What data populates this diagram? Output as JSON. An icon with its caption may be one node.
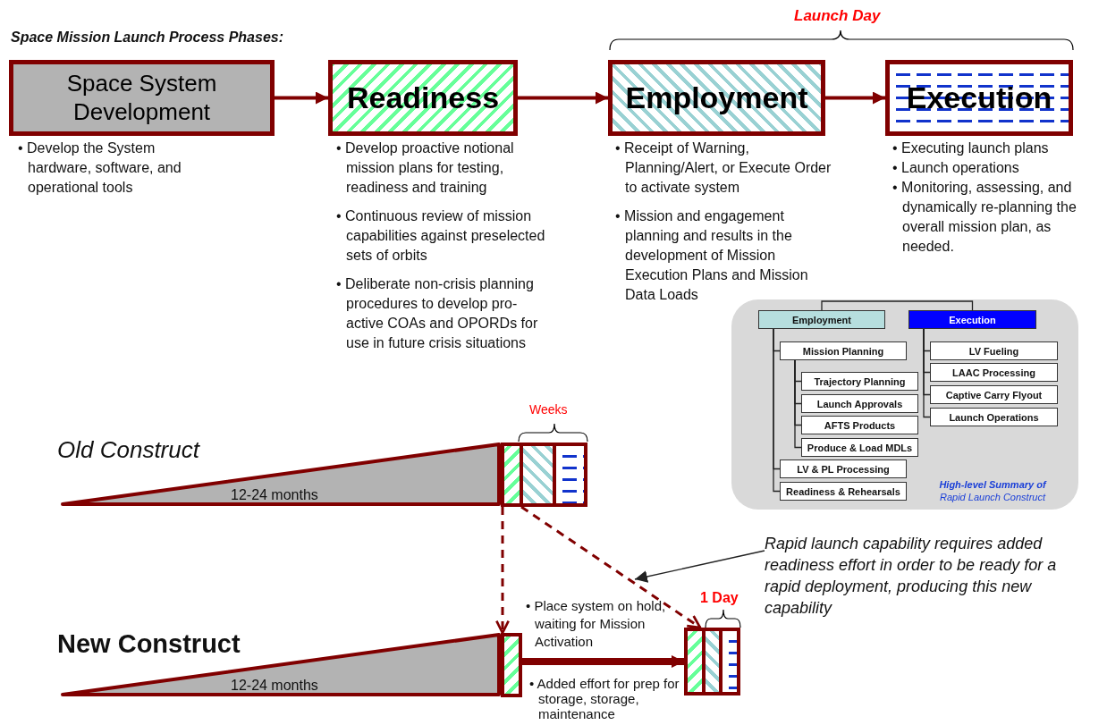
{
  "diagram": {
    "title": "Space Mission Launch Process Phases:",
    "nodes": [
      {
        "text": [
          "Space System Development"
        ],
        "beside": [
          "• Develop the System hardware, software, and operational tools"
        ]
      },
      {
        "text": [
          "Readiness"
        ],
        "beside": [
          "• Develop proactive notional mission plans for testing, readiness and training",
          "• Continuous review of mission capabilities against preselected sets of orbits",
          "• Deliberate non-crisis planning procedures to develop pro-active COAs and OPORDs for use in future crisis situations"
        ]
      },
      {
        "text": [
          "Employment"
        ],
        "beside": [
          "• Receipt of Warning, Planning/Alert, or Execute Order to activate system",
          "• Mission and engagement planning and results in the development of Mission Execution Plans and Mission Data Loads"
        ]
      },
      {
        "text": [
          "Execution"
        ],
        "beside": [
          "• Executing launch plans",
          "• Launch operations",
          "• Monitoring, assessing, and dynamically re-planning the overall mission plan, as needed."
        ]
      },
      {
        "text": [
          "High-level Summary of",
          "Rapid Launch Construct"
        ]
      },
      {
        "text": [
          "Employment"
        ],
        "in": 4
      },
      {
        "text": [
          "Execution"
        ],
        "in": 4
      },
      {
        "text": [
          "Mission Planning"
        ],
        "in": 4
      },
      {
        "text": [
          "Trajectory Planning"
        ],
        "in": 4
      },
      {
        "text": [
          "Launch Approvals"
        ],
        "in": 4
      },
      {
        "text": [
          "AFTS Products"
        ],
        "in": 4
      },
      {
        "text": [
          "Produce & Load MDLs"
        ],
        "in": 4
      },
      {
        "text": [
          "LV & PL Processing"
        ],
        "in": 4
      },
      {
        "text": [
          "Readiness & Rehearsals"
        ],
        "in": 4
      },
      {
        "text": [
          "LV Fueling"
        ],
        "in": 4
      },
      {
        "text": [
          "LAAC Processing"
        ],
        "in": 4
      },
      {
        "text": [
          "Captive Carry Flyout"
        ],
        "in": 4
      },
      {
        "text": [
          "Launch Operations"
        ],
        "in": 4
      },
      {
        "text": [
          "12-24 months"
        ]
      },
      {
        "text": [],
        "shape": "box"
      },
      {
        "text": [
          "12-24 months"
        ]
      },
      {
        "text": [],
        "shape": "box"
      },
      {
        "text": [],
        "shape": "box"
      },
      {
        "text": [
          "Rapid launch capability requires added readiness effort in order to be ready for a rapid deployment, producing this new capability"
        ]
      }
    ],
    "edges": [
      {
        "from": 0,
        "to": 1,
        "arrow": "to",
        "style": "thick",
        "color": "#800000"
      },
      {
        "from": 1,
        "to": 2,
        "arrow": "to",
        "style": "thick",
        "color": "#800000"
      },
      {
        "from": 2,
        "to": 3,
        "arrow": "to",
        "style": "thick",
        "color": "#800000"
      },
      {
        "from": 5,
        "to": 6,
        "arrow": "none"
      },
      {
        "from": 5,
        "to": 7,
        "arrow": "none"
      },
      {
        "from": 7,
        "to": 8,
        "arrow": "none"
      },
      {
        "from": 7,
        "to": 9,
        "arrow": "none"
      },
      {
        "from": 7,
        "to": 10,
        "arrow": "none"
      },
      {
        "from": 7,
        "to": 11,
        "arrow": "none"
      },
      {
        "from": 5,
        "to": 12,
        "arrow": "none"
      },
      {
        "from": 5,
        "to": 13,
        "arrow": "none"
      },
      {
        "from": 6,
        "to": 14,
        "arrow": "none"
      },
      {
        "from": 6,
        "to": 15,
        "arrow": "none"
      },
      {
        "from": 6,
        "to": 16,
        "arrow": "none"
      },
      {
        "from": 6,
        "to": 17,
        "arrow": "none"
      },
      {
        "from": 19,
        "to": 21,
        "arrow": "to",
        "style": "dashed",
        "color": "#800000"
      },
      {
        "from": 19,
        "to": 22,
        "arrow": "to",
        "style": "dashed",
        "color": "#800000"
      },
      {
        "from": 21,
        "to": 22,
        "arrow": "to",
        "style": "thick",
        "color": "#800000"
      },
      {
        "from": 23,
        "to": null,
        "arrow": "to"
      }
    ],
    "labels": [
      "Launch Day",
      "Weeks",
      "Old Construct",
      "• Place system on hold, waiting for Mission Activation",
      "1 Day",
      "New Construct",
      "• Added effort for prep for storage, storage, maintenance"
    ]
  }
}
